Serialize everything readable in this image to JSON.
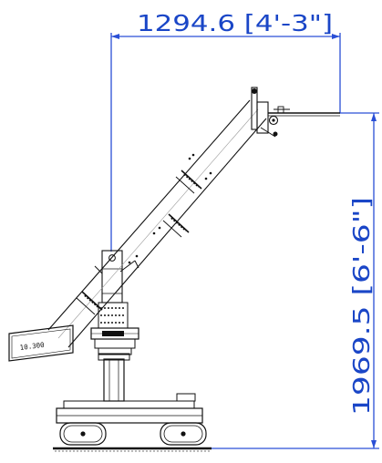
{
  "dimensions": {
    "horizontal_label": "1294.6 [4'-3\"]",
    "vertical_label": "1969.5 [6'-6\"]"
  },
  "counterweight_label": "10.300",
  "colors": {
    "dimension_blue": "#2a4fd6",
    "line_black": "#111111"
  }
}
